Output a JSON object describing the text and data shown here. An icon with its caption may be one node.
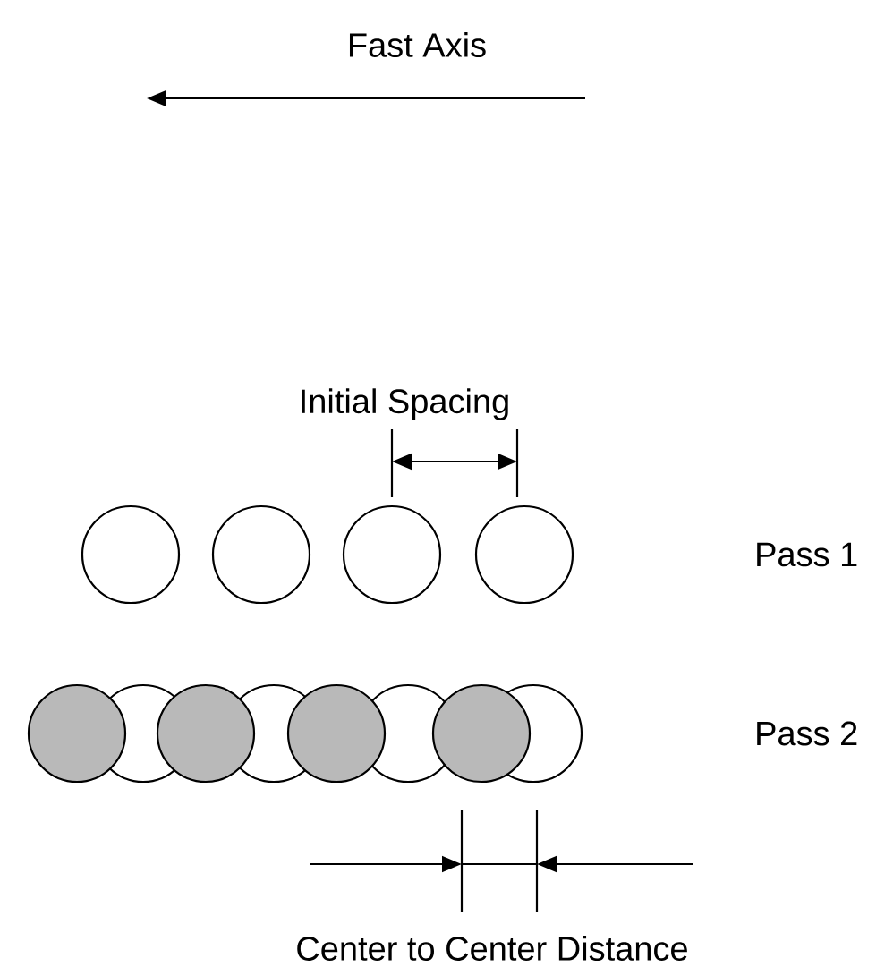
{
  "diagram": {
    "labels": [
      "Fast Axis",
      "Initial Spacing",
      "Pass 1",
      "Pass 2",
      "Center to Center Distance"
    ]
  }
}
